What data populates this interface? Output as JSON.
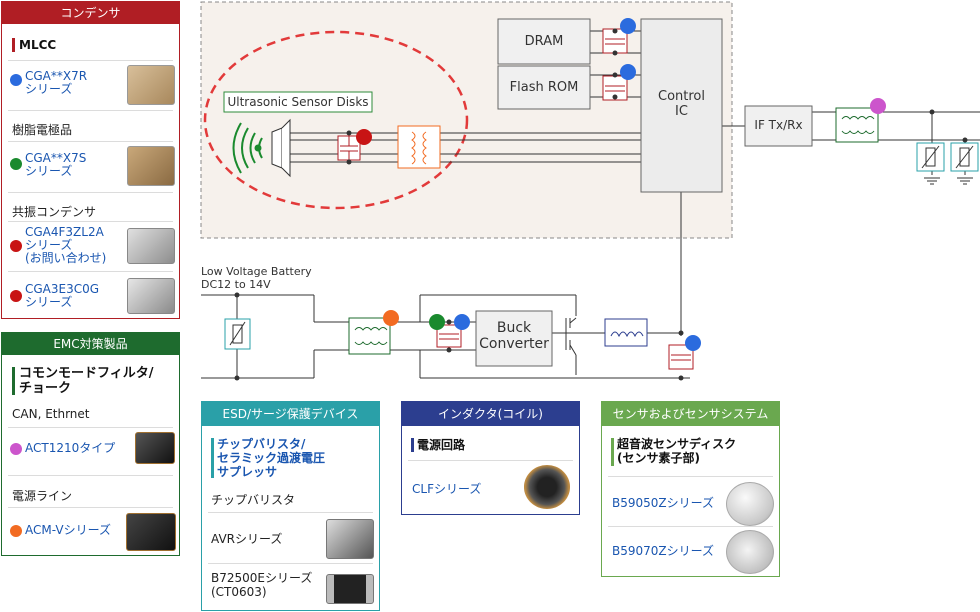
{
  "capacitor_panel": {
    "title": "コンデンサ",
    "sec1_heading": "MLCC",
    "item1_label": "CGA**X7R\nシリーズ",
    "sec2_heading": "樹脂電極品",
    "item2_label": "CGA**X7S\nシリーズ",
    "sec3_heading": "共振コンデンサ",
    "item3_label": "CGA4F3ZL2A\nシリーズ\n(お問い合わせ)",
    "item4_label": "CGA3E3C0G\nシリーズ"
  },
  "emc_panel": {
    "title": "EMC対策製品",
    "heading": "コモンモードフィルタ/\nチョーク",
    "sub1": "CAN, Ethrnet",
    "item1_label": "ACT1210タイプ",
    "sub2": "電源ライン",
    "item2_label": "ACM-Vシリーズ"
  },
  "esd_panel": {
    "title": "ESD/サージ保護デバイス",
    "heading": "チップバリスタ/\nセラミック過渡電圧\nサプレッサ",
    "sub1": "チップバリスタ",
    "item1_label": "AVRシリーズ",
    "item2_label": "B72500Eシリーズ\n(CT0603)"
  },
  "inductor_panel": {
    "title": "インダクタ(コイル)",
    "heading": "電源回路",
    "item1_label": "CLFシリーズ"
  },
  "sensor_panel": {
    "title": "センサおよびセンサシステム",
    "heading": "超音波センサディスク\n(センサ素子部)",
    "item1_label": "B59050Zシリーズ",
    "item2_label": "B59070Zシリーズ"
  },
  "diagram": {
    "dram": "DRAM",
    "flash_rom": "Flash ROM",
    "control_ic": "Control\nIC",
    "if_txrx": "IF Tx/Rx",
    "sensor_disks": "Ultrasonic Sensor Disks",
    "battery": "Low Voltage Battery\nDC12 to 14V",
    "buck": "Buck\nConverter"
  },
  "colors": {
    "capacitor_red": "#b01e24",
    "emc_green": "#1e6b2e",
    "esd_teal": "#2aa0a8",
    "inductor_navy": "#2c3e8f",
    "sensor_green": "#6aa84f",
    "dot_blue": "#2b6bde",
    "dot_green": "#1a8a2e",
    "dot_red": "#c81414",
    "dot_magenta": "#cc55cc",
    "dot_orange": "#f26b22"
  }
}
